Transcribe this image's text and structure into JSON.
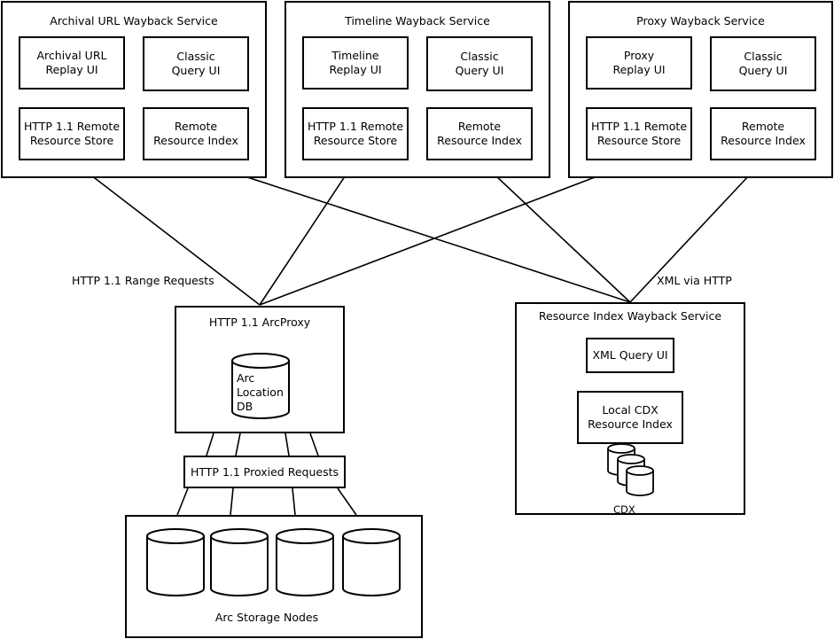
{
  "services": [
    {
      "title": "Archival URL Wayback Service",
      "components": [
        "Archival URL\nReplay UI",
        "Classic\nQuery UI",
        "HTTP 1.1 Remote\nResource Store",
        "Remote\nResource Index"
      ]
    },
    {
      "title": "Timeline Wayback Service",
      "components": [
        "Timeline\nReplay UI",
        "Classic\nQuery UI",
        "HTTP 1.1 Remote\nResource Store",
        "Remote\nResource Index"
      ]
    },
    {
      "title": "Proxy Wayback Service",
      "components": [
        "Proxy\nReplay UI",
        "Classic\nQuery UI",
        "HTTP 1.1 Remote\nResource Store",
        "Remote\nResource Index"
      ]
    }
  ],
  "labels": {
    "range_requests": "HTTP 1.1 Range Requests",
    "xml_via_http": "XML via HTTP"
  },
  "arcproxy": {
    "title": "HTTP 1.1 ArcProxy",
    "db_label": "Arc\nLocation\nDB"
  },
  "proxied_requests": "HTTP 1.1 Proxied Requests",
  "storage": {
    "title": "Arc Storage Nodes"
  },
  "resource_index": {
    "title": "Resource Index Wayback Service",
    "query_ui": "XML Query UI",
    "local_cdx": "Local CDX\nResource Index",
    "cdx_label": "CDX"
  }
}
